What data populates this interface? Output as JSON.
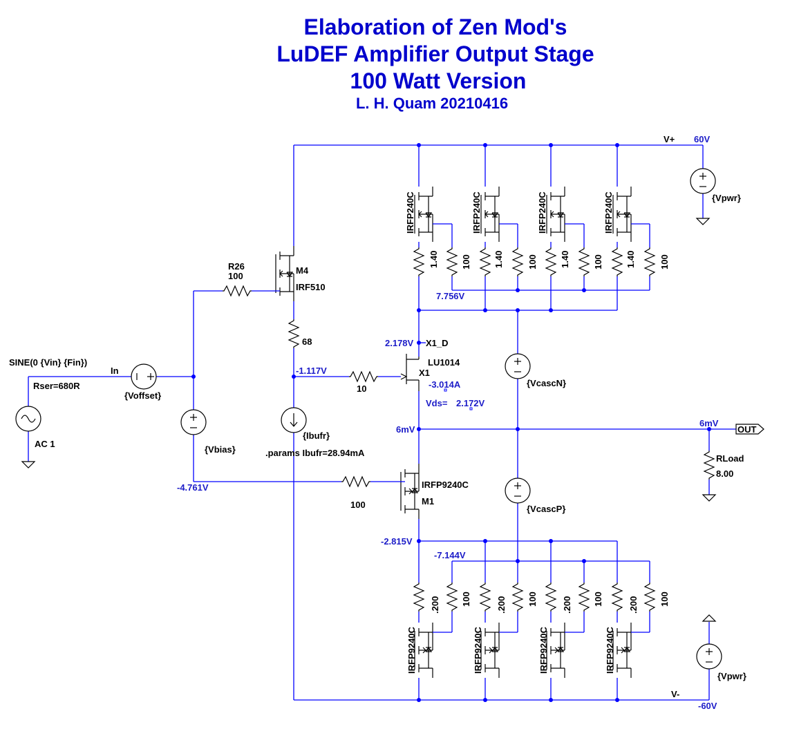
{
  "title": {
    "line1": "Elaboration of Zen Mod's",
    "line2": "LuDEF Amplifier Output Stage",
    "line3": "100 Watt Version",
    "author": "L. H. Quam 20210416"
  },
  "labels": {
    "vplus": "V+",
    "vminus": "V-",
    "v60": "60V",
    "vm60": "-60V",
    "vpwr_top": "{Vpwr}",
    "vpwr_bot": "{Vpwr}",
    "irfp240c": "IRFP240C",
    "irfp9240c": "IRFP9240C",
    "r_top_small": "1.40",
    "r_bot_small": ".200",
    "r_gate": "100",
    "node_7756": "7.756V",
    "node_m7144": "-7.144V",
    "node_2178": "2.178V",
    "x1d": "X1_D",
    "lu1014": "LU1014",
    "x1": "X1",
    "i_x1": "-3.014A",
    "vds": "Vds=",
    "vds_val": "2.172V",
    "node_m1117": "-1.117V",
    "r10": "10",
    "r68": "68",
    "m4": "M4",
    "irf510": "IRF510",
    "r26": "R26",
    "r26_val": "100",
    "sine": "SINE(0 {Vin} {Fin})",
    "rser": "Rser=680R",
    "ac1": "AC 1",
    "in_label": "In",
    "voffset": "{Voffset}",
    "vbias": "{Vbias}",
    "node_m4761": "-4.761V",
    "ibufr": "{Ibufr}",
    "params": ".params Ibufr=28.94mA",
    "node_6mv_mid": "6mV",
    "node_6mv_out": "6mV",
    "out": "OUT",
    "rload": "RLoad",
    "rload_val": "8.00",
    "vcascn": "{VcascN}",
    "vcascp": "{VcascP}",
    "irfp9240c_m1": "IRFP9240C",
    "m1": "M1",
    "r100_m1": "100",
    "node_m2815": "-2.815V"
  }
}
